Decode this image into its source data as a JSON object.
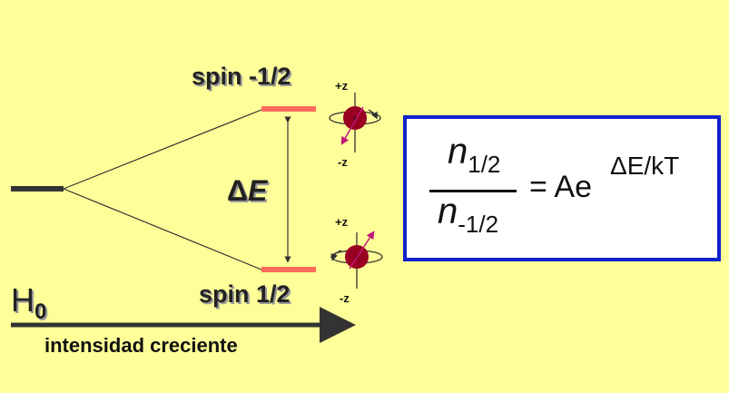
{
  "upper_state": {
    "label": "spin -1/2",
    "axis_top": "+z",
    "axis_bottom": "-z"
  },
  "lower_state": {
    "label": "spin 1/2",
    "axis_top": "+z",
    "axis_bottom": "-z"
  },
  "energy_gap": {
    "symbol": "Δ",
    "var": "E"
  },
  "field": {
    "symbol": "H",
    "subscript": "0",
    "label": "intensidad creciente"
  },
  "equation": {
    "numerator_var": "n",
    "numerator_sub": "1/2",
    "denominator_var": "n",
    "denominator_sub": "-1/2",
    "rhs": "= Ae",
    "exponent": "ΔE/kT"
  },
  "colors": {
    "background": "#FFFF99",
    "level_line": "#FF6B5A",
    "base_level": "#333333",
    "nucleus": "#990022",
    "box_border": "#1222CC"
  }
}
